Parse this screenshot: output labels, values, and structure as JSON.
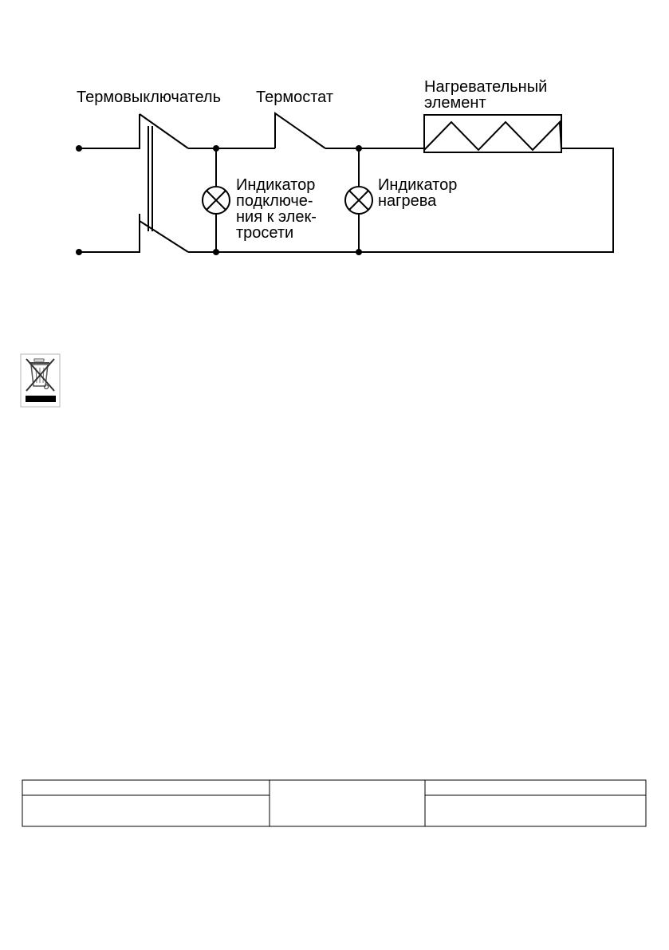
{
  "diagram": {
    "labels": {
      "thermal_cutout": "Термовыключатель",
      "thermostat": "Термостат",
      "heating_element_line1": "Нагревательный",
      "heating_element_line2": "элемент",
      "power_indicator_line1": "Индикатор",
      "power_indicator_line2": "подключе-",
      "power_indicator_line3": "ния к элек-",
      "power_indicator_line4": "тросети",
      "heat_indicator_line1": "Индикатор",
      "heat_indicator_line2": "нагрева"
    }
  },
  "weee_icon": "crossed-out-wheeled-bin-icon",
  "table": {
    "rows": [
      [
        "",
        "",
        ""
      ],
      [
        "",
        "",
        ""
      ]
    ]
  }
}
